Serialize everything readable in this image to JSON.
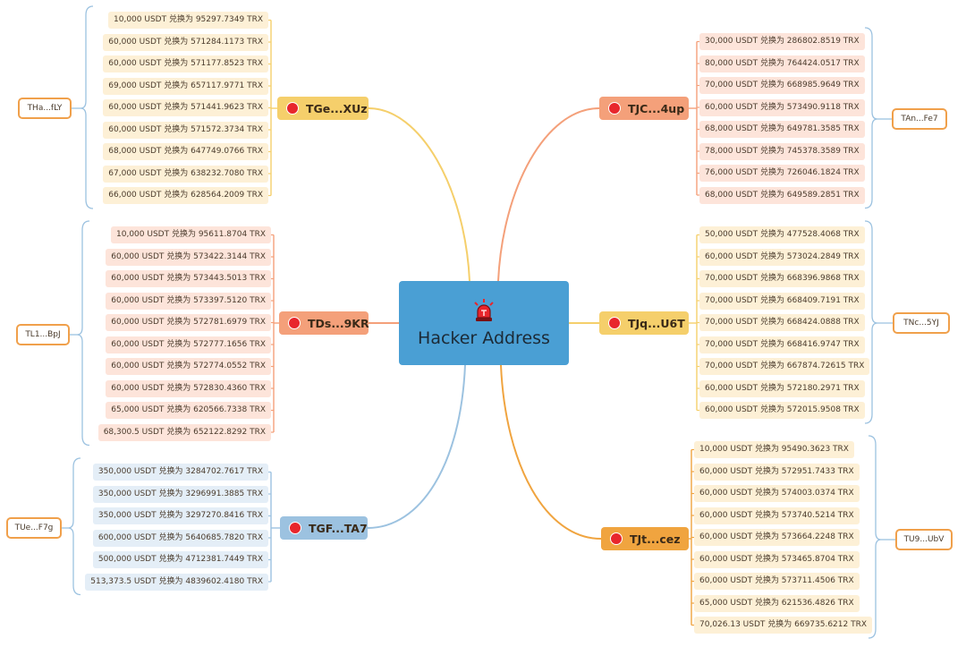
{
  "center": {
    "title": "Hacker Address",
    "icon": "siren-icon"
  },
  "colors": {
    "center": "#4a9fd4",
    "dot": "#e8262c",
    "wallet_border": "#f0a04b"
  },
  "branches": [
    {
      "id": "b1",
      "label": "TGe...XUz",
      "wallet": "THa...fLY",
      "color": "#f5cf6b",
      "leaf_bg": "#fdf0d6",
      "bracket": "#9cc2e0",
      "leaves": [
        "10,000 USDT 兑换为 95297.7349 TRX",
        "60,000 USDT 兑换为 571284.1173 TRX",
        "60,000 USDT 兑换为 571177.8523 TRX",
        "69,000 USDT 兑换为 657117.9771 TRX",
        "60,000 USDT 兑换为 571441.9623 TRX",
        "60,000 USDT 兑换为 571572.3734 TRX",
        "68,000 USDT 兑换为 647749.0766 TRX",
        "67,000 USDT 兑换为 638232.7080 TRX",
        "66,000 USDT 兑换为 628564.2009 TRX"
      ]
    },
    {
      "id": "b2",
      "label": "TDs...9KR",
      "wallet": "TL1...BpJ",
      "color": "#f4a07a",
      "leaf_bg": "#fde4da",
      "bracket": "#9cc2e0",
      "leaves": [
        "10,000 USDT 兑换为 95611.8704 TRX",
        "60,000 USDT 兑换为 573422.3144 TRX",
        "60,000 USDT 兑换为 573443.5013 TRX",
        "60,000 USDT 兑换为 573397.5120 TRX",
        "60,000 USDT 兑换为 572781.6979 TRX",
        "60,000 USDT 兑换为 572777.1656 TRX",
        "60,000 USDT 兑换为 572774.0552 TRX",
        "60,000 USDT 兑换为 572830.4360 TRX",
        "65,000 USDT 兑换为 620566.7338 TRX",
        "68,300.5 USDT 兑换为 652122.8292 TRX"
      ]
    },
    {
      "id": "b3",
      "label": "TGF...TA7",
      "wallet": "TUe...F7g",
      "color": "#9cc2e0",
      "leaf_bg": "#e4eef7",
      "bracket": "#9cc2e0",
      "leaves": [
        "350,000 USDT 兑换为 3284702.7617 TRX",
        "350,000 USDT 兑换为 3296991.3885 TRX",
        "350,000 USDT 兑换为 3297270.8416 TRX",
        "600,000 USDT 兑换为 5640685.7820 TRX",
        "500,000 USDT 兑换为 4712381.7449 TRX",
        "513,373.5 USDT 兑换为 4839602.4180 TRX"
      ]
    },
    {
      "id": "b4",
      "label": "TJC...4up",
      "wallet": "TAn...Fe7",
      "color": "#f4a07a",
      "leaf_bg": "#fde4da",
      "bracket": "#9cc2e0",
      "leaves": [
        "30,000 USDT 兑换为 286802.8519 TRX",
        "80,000 USDT 兑换为 764424.0517 TRX",
        "70,000 USDT 兑换为 668985.9649 TRX",
        "60,000 USDT 兑换为 573490.9118 TRX",
        "68,000 USDT 兑换为 649781.3585 TRX",
        "78,000 USDT 兑换为 745378.3589 TRX",
        "76,000 USDT 兑换为 726046.1824 TRX",
        "68,000 USDT 兑换为 649589.2851 TRX"
      ]
    },
    {
      "id": "b5",
      "label": "TJq...U6T",
      "wallet": "TNc...5YJ",
      "color": "#f5cf6b",
      "leaf_bg": "#fdf0d6",
      "bracket": "#9cc2e0",
      "leaves": [
        "50,000 USDT 兑换为 477528.4068 TRX",
        "60,000 USDT 兑换为 573024.2849 TRX",
        "70,000 USDT 兑换为 668396.9868 TRX",
        "70,000 USDT 兑换为 668409.7191 TRX",
        "70,000 USDT 兑换为 668424.0888 TRX",
        "70,000 USDT 兑换为 668416.9747 TRX",
        "70,000 USDT 兑换为 667874.72615 TRX",
        "60,000 USDT 兑换为 572180.2971 TRX",
        "60,000 USDT 兑换为 572015.9508 TRX"
      ]
    },
    {
      "id": "b6",
      "label": "TJt...cez",
      "wallet": "TU9...UbV",
      "color": "#f0a43f",
      "leaf_bg": "#fdf0d6",
      "bracket": "#9cc2e0",
      "leaves": [
        "10,000 USDT 兑换为 95490.3623 TRX",
        "60,000 USDT 兑换为 572951.7433 TRX",
        "60,000 USDT 兑换为 574003.0374 TRX",
        "60,000 USDT 兑换为 573740.5214 TRX",
        "60,000 USDT 兑换为 573664.2248 TRX",
        "60,000 USDT 兑换为 573465.8704 TRX",
        "60,000 USDT 兑换为 573711.4506 TRX",
        "65,000 USDT 兑换为 621536.4826 TRX",
        "70,026.13 USDT 兑换为 669735.6212 TRX"
      ]
    }
  ]
}
